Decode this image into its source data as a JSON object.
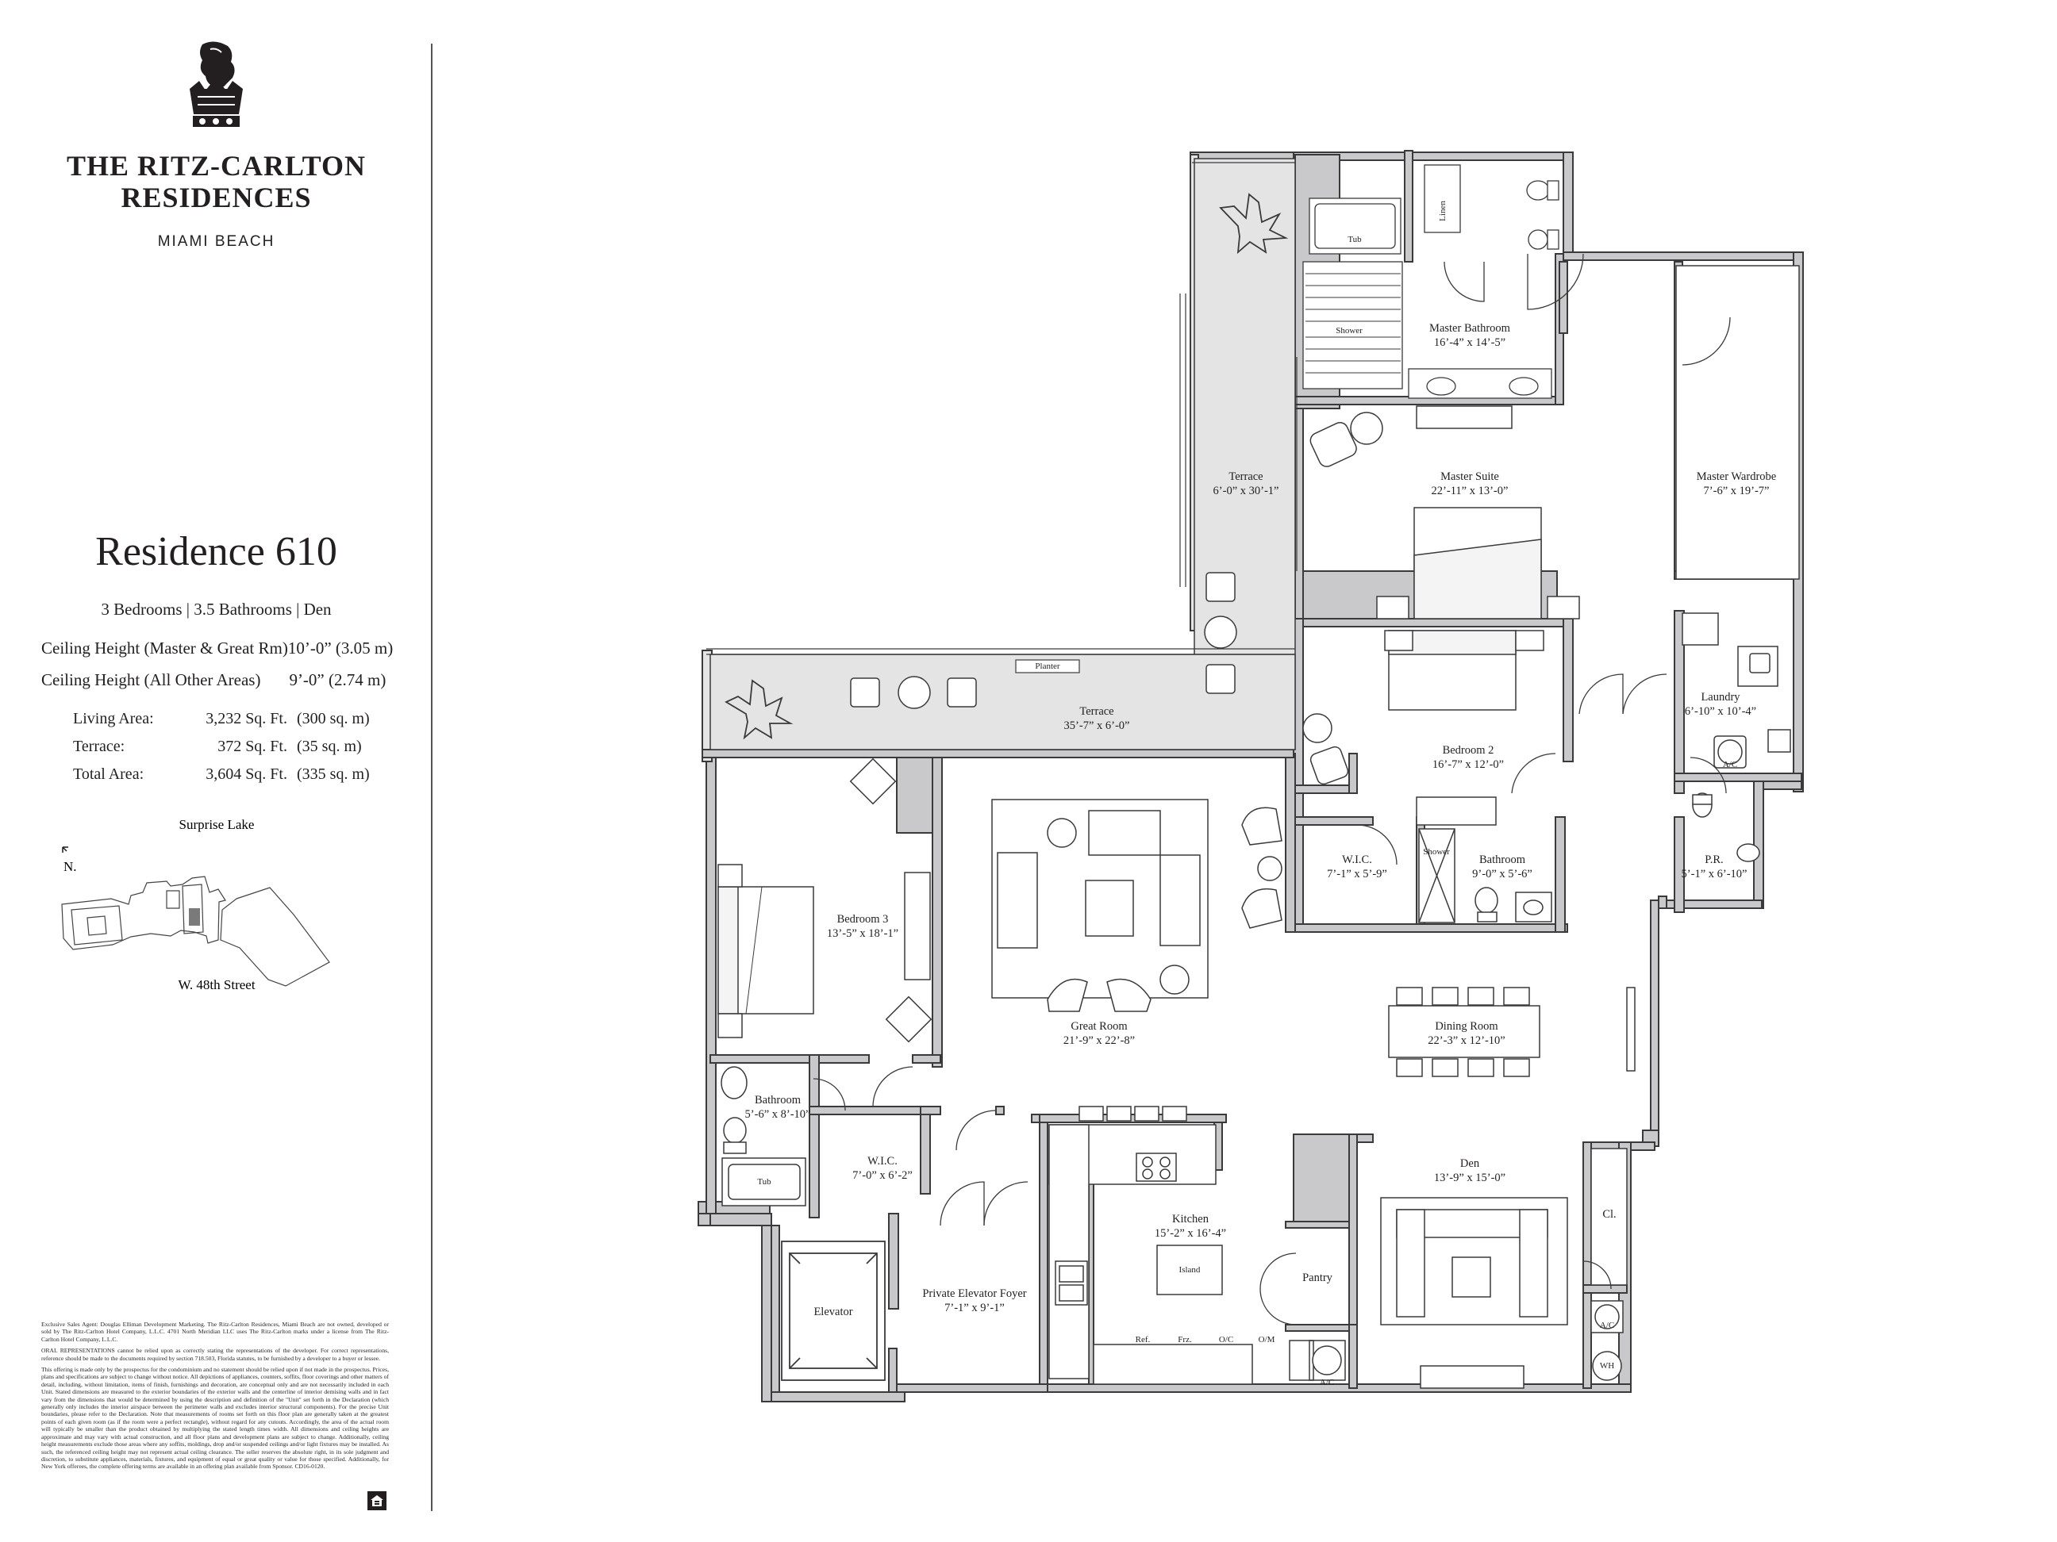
{
  "brand": {
    "name_line1": "THE RITZ-CARLTON",
    "name_line2": "RESIDENCES",
    "location": "MIAMI BEACH"
  },
  "residence": {
    "title": "Residence 610",
    "summary": "3 Bedrooms | 3.5 Bathrooms | Den",
    "ceiling_master": "Ceiling Height (Master & Great Rm)10’-0” (3.05 m)",
    "ceiling_other_label": "Ceiling Height (All Other Areas)",
    "ceiling_other_value": "9’-0” (2.74 m)",
    "areas": [
      {
        "label": "Living Area:",
        "sqft": "3,232 Sq. Ft.",
        "sqm": "(300 sq. m)"
      },
      {
        "label": "Terrace:",
        "sqft": "372 Sq. Ft.",
        "sqm": "(35 sq. m)"
      },
      {
        "label": "Total Area:",
        "sqft": "3,604 Sq. Ft.",
        "sqm": "(335 sq. m)"
      }
    ]
  },
  "keyplan": {
    "north_label": "N.",
    "top_label": "Surprise Lake",
    "bottom_label": "W. 48th Street"
  },
  "disclaimer": {
    "p1": "Exclusive Sales Agent: Douglas Elliman Development Marketing. The Ritz-Carlton Residences, Miami Beach are not owned, developed or sold by The Ritz-Carlton Hotel Company, L.L.C. 4701 North Meridian LLC uses The Ritz-Carlton marks under a license from The Ritz-Carlton Hotel Company, L.L.C.",
    "p2": "ORAL REPRESENTATIONS cannot be relied upon as correctly stating the representations of the developer. For correct representations, reference should be made to the documents required by section 718.503, Florida statutes, to be furnished by a developer to a buyer or lessee.",
    "p3": "This offering is made only by the prospectus for the condominium and no statement should be relied upon if not made in the prospectus. Prices, plans and specifications are subject to change without notice. All depictions of appliances, counters, soffits, floor coverings and other matters of detail, including, without limitation, items of finish, furnishings and decoration, are conceptual only and are not necessarily included in each Unit. Stated dimensions are measured to the exterior boundaries of the exterior walls and the centerline of interior demising walls and in fact vary from the dimensions that would be determined by using the description and definition of the \"Unit\" set forth in the Declaration (which generally only includes the interior airspace between the perimeter walls and excludes interior structural components). For the precise Unit boundaries, please refer to the Declaration. Note that measurements of rooms set forth on this floor plan are generally taken at the greatest points of each given room (as if the room were a perfect rectangle), without regard for any cutouts. Accordingly, the area of the actual room will typically be smaller than the product obtained by multiplying the stated length times width. All dimensions and ceiling heights are approximate and may vary with actual construction, and all floor plans and development plans are subject to change. Additionally, ceiling height measurements exclude those areas where any soffits, moldings, drop and/or suspended ceilings and/or light fixtures may be installed. As such, the referenced ceiling height may not represent actual ceiling clearance. The seller reserves the absolute right, in its sole judgment and discretion, to substitute appliances, materials, fixtures, and equipment of equal or great quality or value for those specified. Additionally, for New York offerees, the complete offering terms are available in an offering plan available from Sponsor. CD16-0120."
  },
  "rooms": [
    {
      "id": "terrace-east",
      "name": "Terrace",
      "dims": "6’-0” x 30’-1”"
    },
    {
      "id": "terrace-south",
      "name": "Terrace",
      "dims": "35’-7” x 6’-0”"
    },
    {
      "id": "master-bathroom",
      "name": "Master Bathroom",
      "dims": "16’-4” x 14’-5”"
    },
    {
      "id": "master-suite",
      "name": "Master Suite",
      "dims": "22’-11” x 13’-0”"
    },
    {
      "id": "master-wardrobe",
      "name": "Master Wardrobe",
      "dims": "7’-6” x 19’-7”"
    },
    {
      "id": "bedroom-2",
      "name": "Bedroom 2",
      "dims": "16’-7” x 12’-0”"
    },
    {
      "id": "laundry",
      "name": "Laundry",
      "dims": "6’-10” x 10’-4”"
    },
    {
      "id": "wic-1",
      "name": "W.I.C.",
      "dims": "7’-1” x 5’-9”"
    },
    {
      "id": "bathroom-2",
      "name": "Bathroom",
      "dims": "9’-0” x 5’-6”"
    },
    {
      "id": "powder-room",
      "name": "P.R.",
      "dims": "5’-1” x 6’-10”"
    },
    {
      "id": "bedroom-3",
      "name": "Bedroom 3",
      "dims": "13’-5” x 18’-1”"
    },
    {
      "id": "great-room",
      "name": "Great Room",
      "dims": "21’-9” x 22’-8”"
    },
    {
      "id": "dining-room",
      "name": "Dining Room",
      "dims": "22’-3” x 12’-10”"
    },
    {
      "id": "bathroom-3",
      "name": "Bathroom",
      "dims": "5’-6” x 8’-10”"
    },
    {
      "id": "wic-2",
      "name": "W.I.C.",
      "dims": "7’-0” x 6’-2”"
    },
    {
      "id": "den",
      "name": "Den",
      "dims": "13’-9” x 15’-0”"
    },
    {
      "id": "kitchen",
      "name": "Kitchen",
      "dims": "15’-2” x 16’-4”"
    },
    {
      "id": "foyer",
      "name": "Private Elevator Foyer",
      "dims": "7’-1” x 9’-1”"
    }
  ],
  "labels": {
    "elevator": "Elevator",
    "pantry": "Pantry",
    "closet": "Cl.",
    "island": "Island",
    "planter": "Planter",
    "tub": "Tub",
    "shower": "Shower",
    "linen": "Linen",
    "ac": "A/C",
    "wh": "WH",
    "ref": "Ref.",
    "frz": "Frz.",
    "oc": "O/C",
    "om": "O/M"
  },
  "colors": {
    "wall_fill": "#c9c9cb",
    "wall_stroke": "#3a3a3a",
    "terrace_fill": "#e4e4e4",
    "text": "#231f20"
  }
}
